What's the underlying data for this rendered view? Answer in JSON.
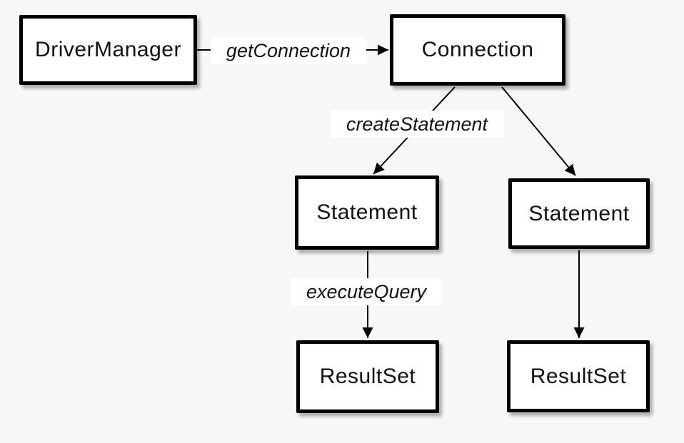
{
  "diagram": {
    "type": "flow-diagram",
    "nodes": [
      {
        "id": "driver-manager",
        "label": "DriverManager"
      },
      {
        "id": "connection",
        "label": "Connection"
      },
      {
        "id": "statement-left",
        "label": "Statement"
      },
      {
        "id": "statement-right",
        "label": "Statement"
      },
      {
        "id": "resultset-left",
        "label": "ResultSet"
      },
      {
        "id": "resultset-right",
        "label": "ResultSet"
      }
    ],
    "edges": [
      {
        "from": "DriverManager",
        "to": "Connection",
        "label": "getConnection"
      },
      {
        "from": "Connection",
        "to": "Statement (left)",
        "label": "createStatement"
      },
      {
        "from": "Connection",
        "to": "Statement (right)",
        "label": ""
      },
      {
        "from": "Statement (left)",
        "to": "ResultSet (left)",
        "label": "executeQuery"
      },
      {
        "from": "Statement (right)",
        "to": "ResultSet (right)",
        "label": ""
      }
    ],
    "edge_labels": {
      "get_connection": "getConnection",
      "create_statement": "createStatement",
      "execute_query": "executeQuery"
    },
    "colors": {
      "background": "#f7f7f7",
      "box_fill": "#ffffff",
      "box_border": "#000000",
      "line": "#000000",
      "text": "#111111"
    }
  }
}
